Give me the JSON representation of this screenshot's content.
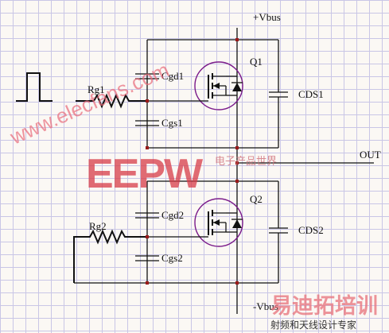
{
  "labels": {
    "vbus_pos": "+Vbus",
    "vbus_neg": "-Vbus",
    "out": "OUT",
    "q1": "Q1",
    "q2": "Q2",
    "rg1": "Rg1",
    "rg2": "Rg2",
    "cgd1": "Cgd1",
    "cgs1": "Cgs1",
    "cgd2": "Cgd2",
    "cgs2": "Cgs2",
    "cds1": "CDS1",
    "cds2": "CDS2"
  },
  "watermarks": {
    "site": "www.elecfans.com",
    "brand": "EEPW",
    "brand_cn": "电子产品世界",
    "logo": "易迪拓培训",
    "logo_sub": "射频和天线设计专家"
  },
  "colors": {
    "wire": "#111111",
    "node_dot": "#9a1a1a",
    "mosfet_outline": "#7a1a8a",
    "grid": "#c9c6e6",
    "watermark_red": "#d83c48"
  }
}
